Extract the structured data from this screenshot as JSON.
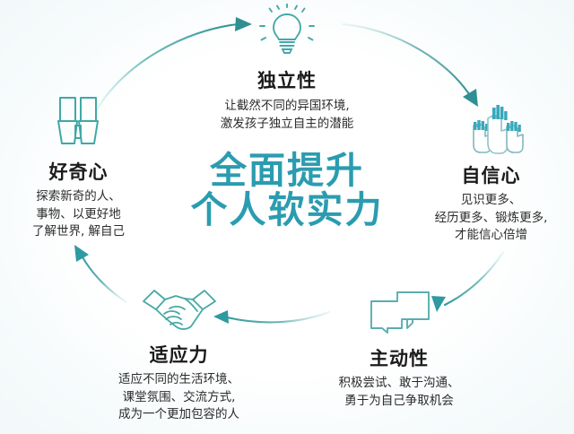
{
  "center": {
    "line1": "全面提升",
    "line2": "个人软实力",
    "color": "#2b9cb0"
  },
  "colors": {
    "accent_teal": "#2b9cb0",
    "icon_teal": "#3aa8a8",
    "arc_teal": "#3f9e9e",
    "heading_black": "#1b1b1b",
    "body_text": "#2b2b2b",
    "background": "#ffffff"
  },
  "nodes": [
    {
      "id": "independence",
      "icon": "lightbulb-icon",
      "title": "独立性",
      "desc": "让截然不同的异国环境,\n激发孩子独立自主的潜能"
    },
    {
      "id": "confidence",
      "icon": "raised-hands-icon",
      "title": "自信心",
      "desc": "见识更多、\n经历更多、锻炼更多,\n才能信心倍增"
    },
    {
      "id": "initiative",
      "icon": "speech-bubbles-icon",
      "title": "主动性",
      "desc": "积极尝试、敢于沟通、\n勇于为自己争取机会"
    },
    {
      "id": "adaptability",
      "icon": "handshake-icon",
      "title": "适应力",
      "desc": "适应不同的生活环境、\n课堂氛围、交流方式,\n成为一个更加包容的人"
    },
    {
      "id": "curiosity",
      "icon": "binoculars-icon",
      "title": "好奇心",
      "desc": "探索新奇的人、\n事物、以更好地\n了解世界, 解自己"
    }
  ],
  "arrows": [
    {
      "id": "curiosity-to-independence",
      "from": "curiosity",
      "to": "independence"
    },
    {
      "id": "independence-to-confidence",
      "from": "independence",
      "to": "confidence"
    },
    {
      "id": "confidence-to-initiative",
      "from": "confidence",
      "to": "initiative"
    },
    {
      "id": "initiative-to-adaptability",
      "from": "initiative",
      "to": "adaptability"
    },
    {
      "id": "adaptability-to-curiosity",
      "from": "adaptability",
      "to": "curiosity"
    }
  ]
}
